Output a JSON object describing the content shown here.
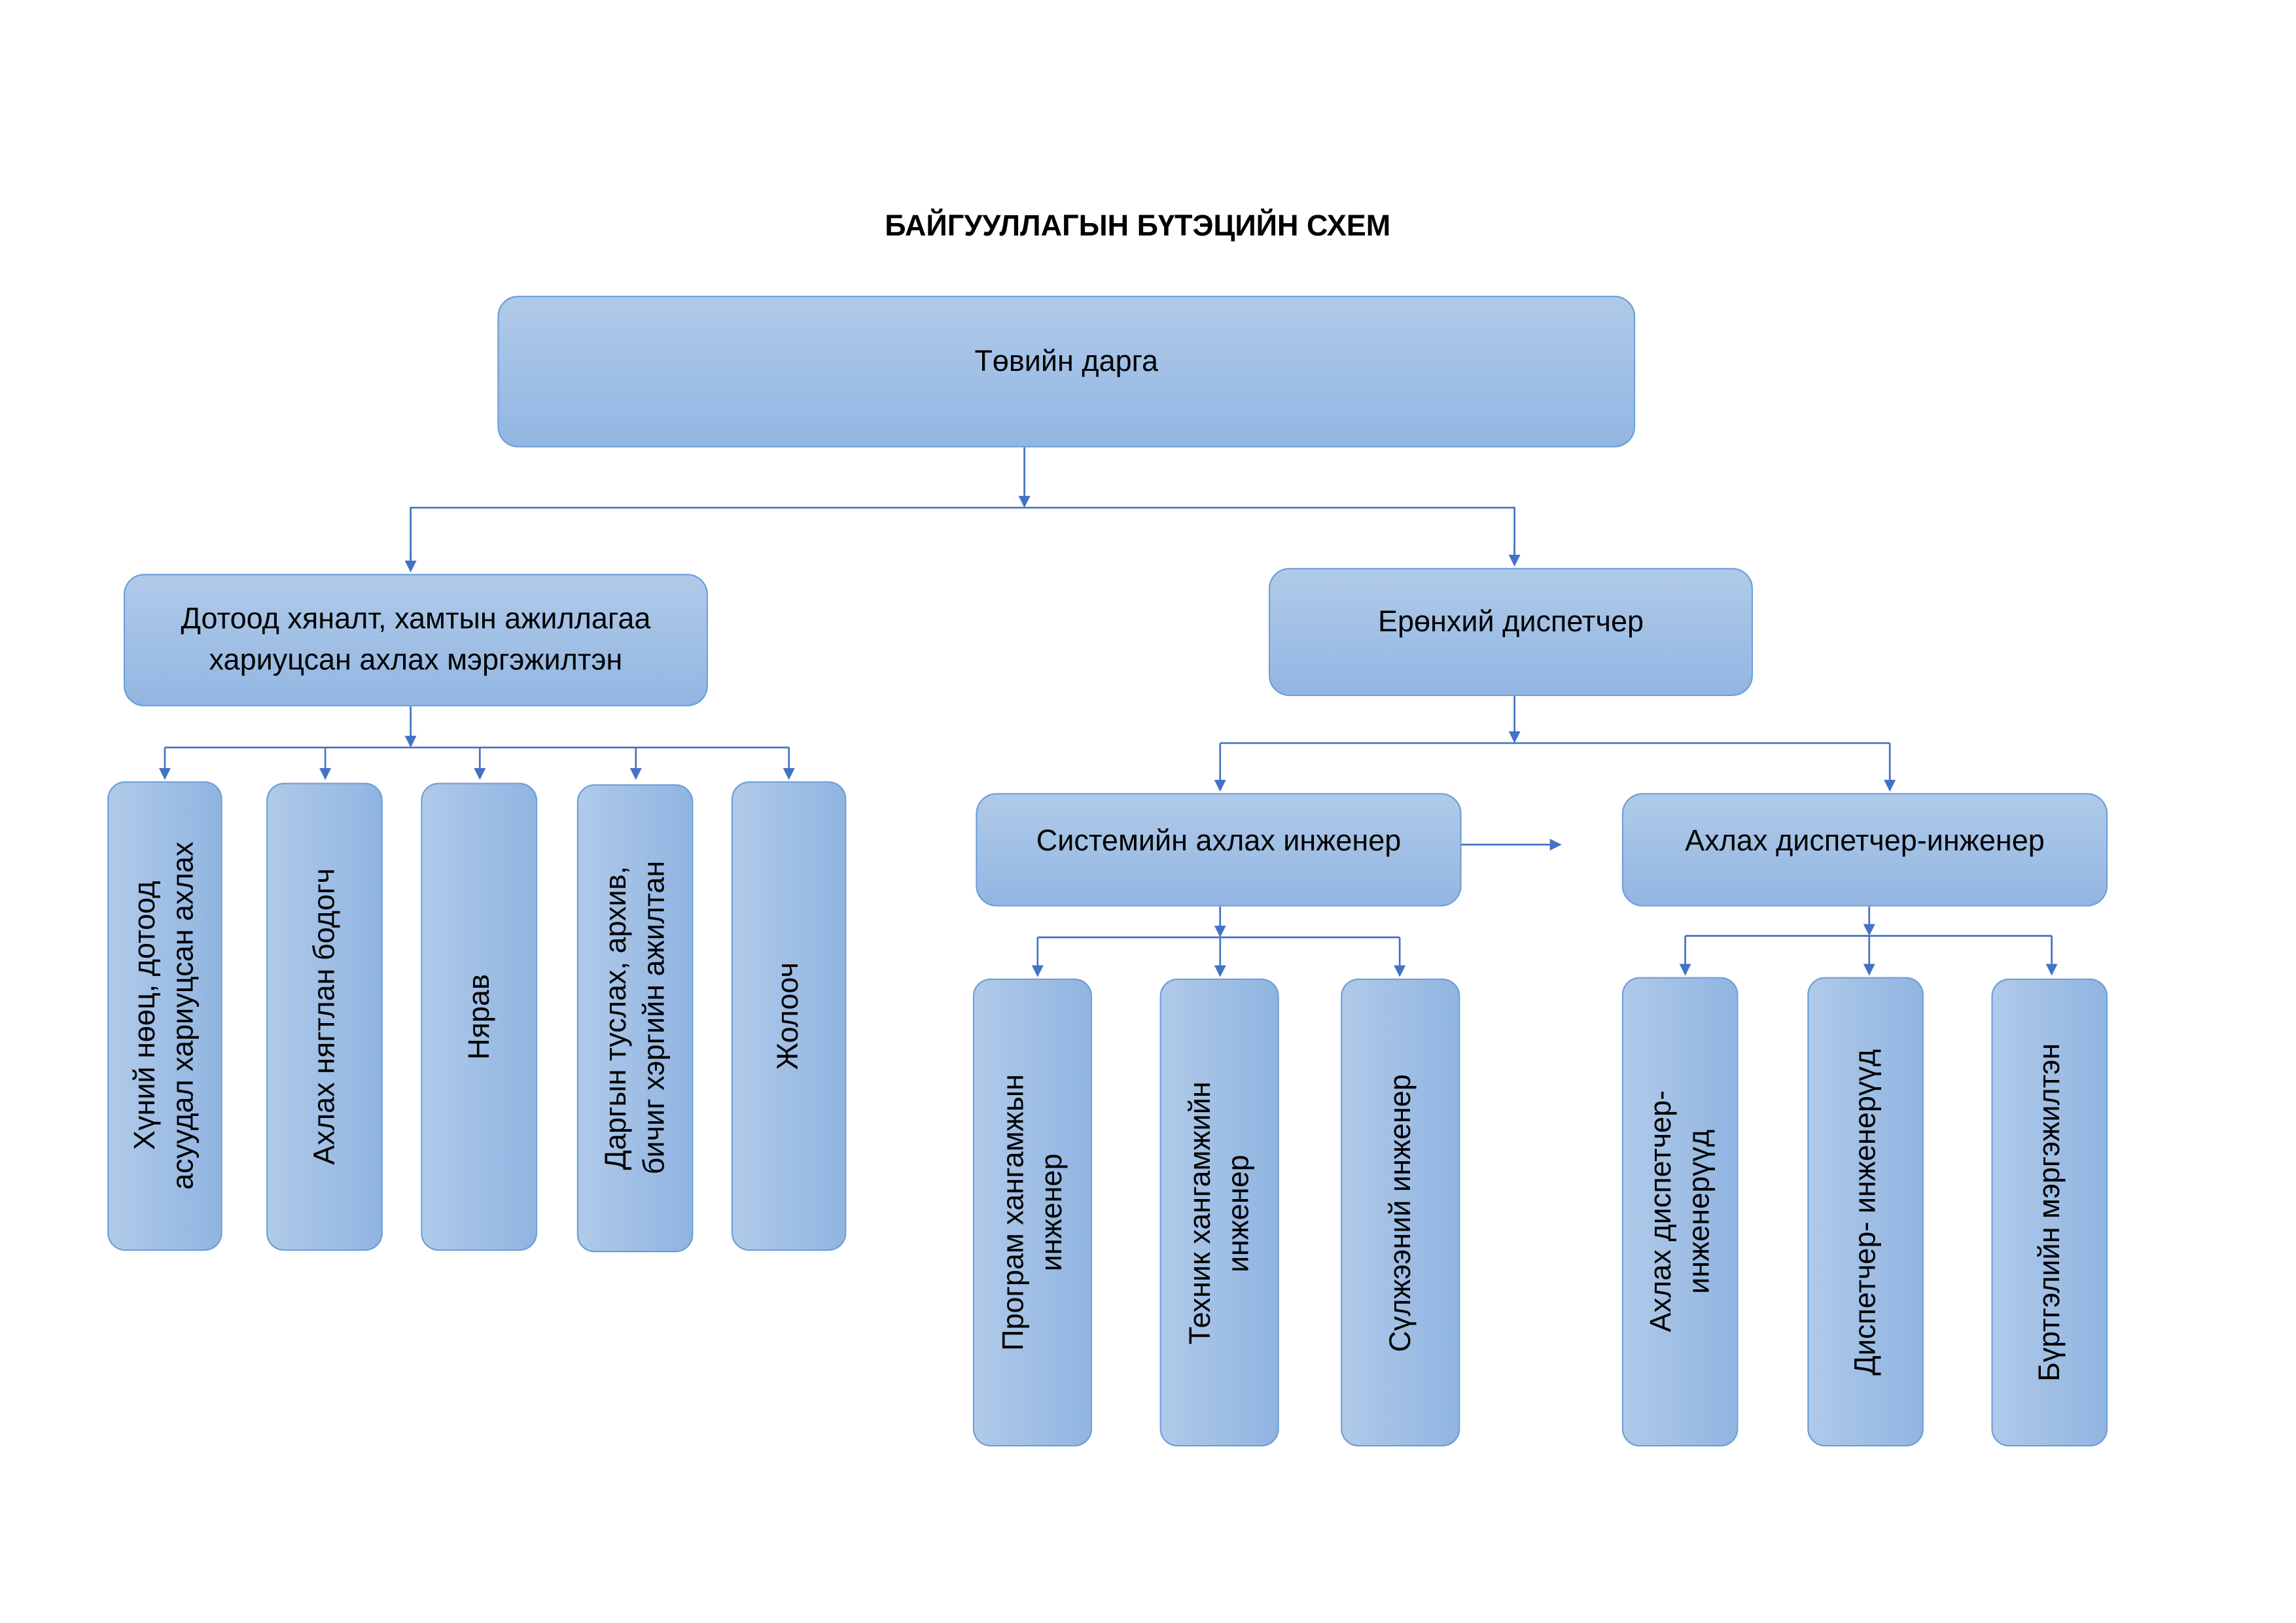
{
  "title": "БАЙГУУЛЛАГЫН БҮТЭЦИЙН СХЕМ",
  "colors": {
    "box_fill_light": "#b0cae9",
    "box_fill_dark": "#92b6e2",
    "border": "#6d9fd6",
    "connector": "#4472c4"
  },
  "root": "Төвийн дарга",
  "left_branch": {
    "head": "Дотоод хяналт, хамтын ажиллагаа\nхариуцсан ахлах мэргэжилтэн",
    "children": [
      "Хүний нөөц, дотоод\nасуудал хариуцсан ахлах",
      "Ахлах нягтлан бодогч",
      "Нярав",
      "Даргын туслах, архив,\nбичиг хэргийн ажилтан",
      "Жолооч"
    ]
  },
  "right_branch": {
    "head": "Ерөнхий диспетчер",
    "systems": {
      "head": "Системийн ахлах инженер",
      "children": [
        "Програм хангамжын\nинженер",
        "Техник хангамжийн\nинженер",
        "Сүлжээний инженер"
      ]
    },
    "dispatch": {
      "head": "Ахлах диспетчер-инженер",
      "children": [
        "Ахлах диспетчер-\nинженерүүд",
        "Диспетчер- инженерүүд",
        "Бүртгэлийн мэргэжилтэн"
      ]
    }
  }
}
